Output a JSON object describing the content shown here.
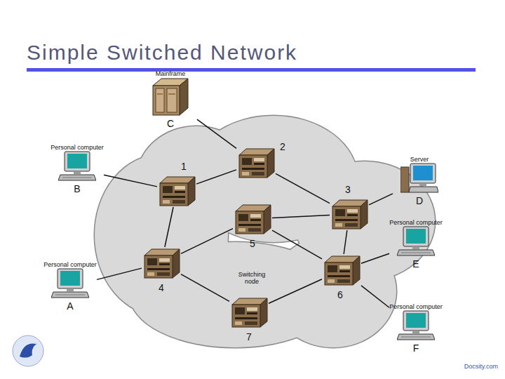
{
  "diagram": {
    "title": "Simple Switched Network",
    "nodes": [
      {
        "text": [
          "Mainframe",
          "C"
        ]
      },
      {
        "text": [
          "2"
        ]
      },
      {
        "text": [
          "1"
        ]
      },
      {
        "text": [
          "Personal computer",
          "B"
        ]
      },
      {
        "text": [
          "Server",
          "D"
        ]
      },
      {
        "text": [
          "3"
        ]
      },
      {
        "text": [
          "5"
        ]
      },
      {
        "text": [
          "Personal computer",
          "E"
        ]
      },
      {
        "text": [
          "4"
        ]
      },
      {
        "text": [
          "Personal computer",
          "A"
        ]
      },
      {
        "text": [
          "6"
        ]
      },
      {
        "text": [
          "Switching node",
          "7"
        ]
      },
      {
        "text": [
          "Personal computer",
          "F"
        ]
      }
    ],
    "edges": [
      {
        "from": 0,
        "to": 1,
        "arrow": "none"
      },
      {
        "from": 3,
        "to": 2,
        "arrow": "none"
      },
      {
        "from": 2,
        "to": 1,
        "arrow": "none"
      },
      {
        "from": 1,
        "to": 5,
        "arrow": "none"
      },
      {
        "from": 2,
        "to": 8,
        "arrow": "none"
      },
      {
        "from": 8,
        "to": 6,
        "arrow": "none"
      },
      {
        "from": 6,
        "to": 5,
        "arrow": "none"
      },
      {
        "from": 6,
        "to": 10,
        "arrow": "none"
      },
      {
        "from": 5,
        "to": 10,
        "arrow": "none"
      },
      {
        "from": 8,
        "to": 11,
        "arrow": "none"
      },
      {
        "from": 11,
        "to": 10,
        "arrow": "none"
      },
      {
        "from": 9,
        "to": 8,
        "arrow": "none"
      },
      {
        "from": 5,
        "to": 4,
        "arrow": "none"
      },
      {
        "from": 10,
        "to": 7,
        "arrow": "none"
      },
      {
        "from": 10,
        "to": 12,
        "arrow": "none"
      }
    ],
    "labels": [
      "Docsity.com"
    ]
  }
}
